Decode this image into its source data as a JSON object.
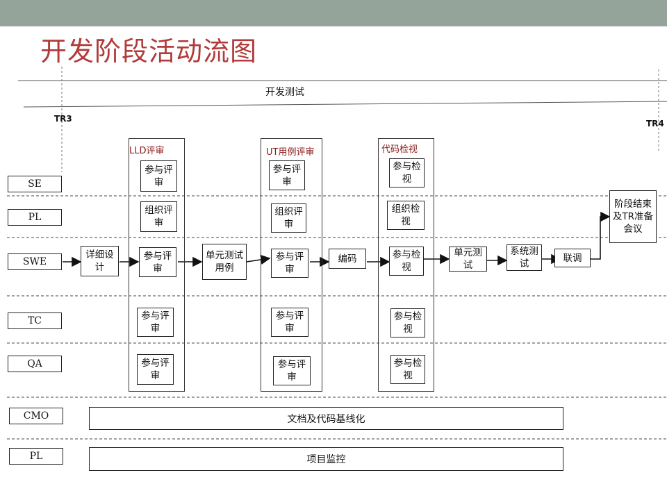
{
  "title": "开发阶段活动流图",
  "phase_label": "开发测试",
  "milestones": {
    "start": "TR3",
    "end": "TR4"
  },
  "roles": [
    "SE",
    "PL",
    "SWE",
    "TC",
    "QA",
    "CMO",
    "PL"
  ],
  "groups": {
    "lld": {
      "label": "LLD评审",
      "se": "参与评审",
      "pl": "组织评审",
      "swe": "参与评审",
      "tc": "参与评审",
      "qa": "参与评审"
    },
    "ut": {
      "label": "UT用例评审",
      "se": "参与评审",
      "pl": "组织评审",
      "swe": "参与评审",
      "tc": "参与评审",
      "qa": "参与评审"
    },
    "code": {
      "label": "代码检视",
      "se": "参与检视",
      "pl": "组织检视",
      "swe": "参与检视",
      "tc": "参与检视",
      "qa": "参与检视"
    }
  },
  "swe_flow": {
    "detail_design": "详细设计",
    "unit_test_case": "单元测试用例",
    "coding": "编码",
    "unit_test": "单元测试",
    "system_test": "系统测试",
    "integration": "联调"
  },
  "phase_end": "阶段结束及TR准备会议",
  "baseline_bar": "文档及代码基线化",
  "monitor_bar": "项目监控"
}
